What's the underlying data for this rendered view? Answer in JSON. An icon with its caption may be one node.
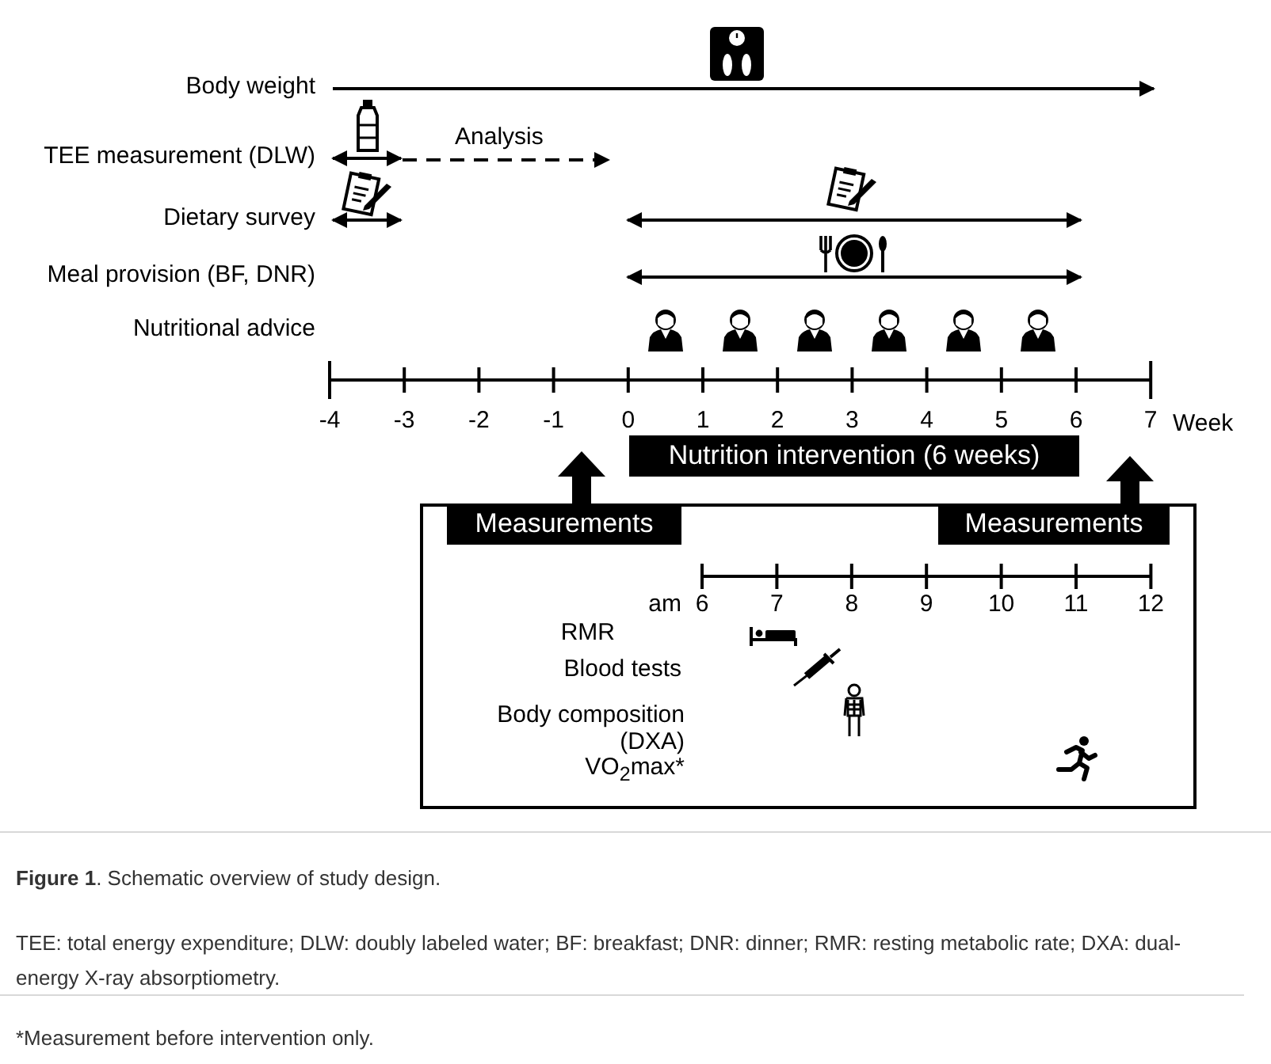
{
  "diagram": {
    "caption": "**Figure 1**. Schematic overview of study design.",
    "nodes": [
      {
        "text": [],
        "shape": "box"
      },
      {
        "text": [
          "Measurements"
        ],
        "in": 0
      },
      {
        "text": [
          "Measurements"
        ],
        "in": 0
      },
      {
        "text": [
          "Nutrition intervention (6 weeks)"
        ]
      }
    ],
    "edges": [
      {
        "from": 1,
        "to": null,
        "arrow": "to"
      },
      {
        "from": 2,
        "to": null,
        "arrow": "to"
      }
    ],
    "labels": [
      "Body weight",
      "TEE measurement (DLW)",
      "Analysis",
      "Dietary survey",
      "Meal provision (BF, DNR)",
      "Nutritional advice",
      "-4",
      "-3",
      "-2",
      "-1",
      "0",
      "1",
      "2",
      "3",
      "4",
      "5",
      "6",
      "7",
      "Week",
      "am",
      "6",
      "7",
      "8",
      "9",
      "10",
      "11",
      "12",
      "RMR",
      "Blood tests",
      "Body composition (DXA)",
      "VO$_{2}$max*",
      "TEE: total energy expenditure; DLW: doubly labeled water; BF: breakfast; DNR: dinner; RMR: resting metabolic rate; DXA: dual-energy X-ray absorptiometry.",
      "*Measurement before intervention only."
    ]
  }
}
